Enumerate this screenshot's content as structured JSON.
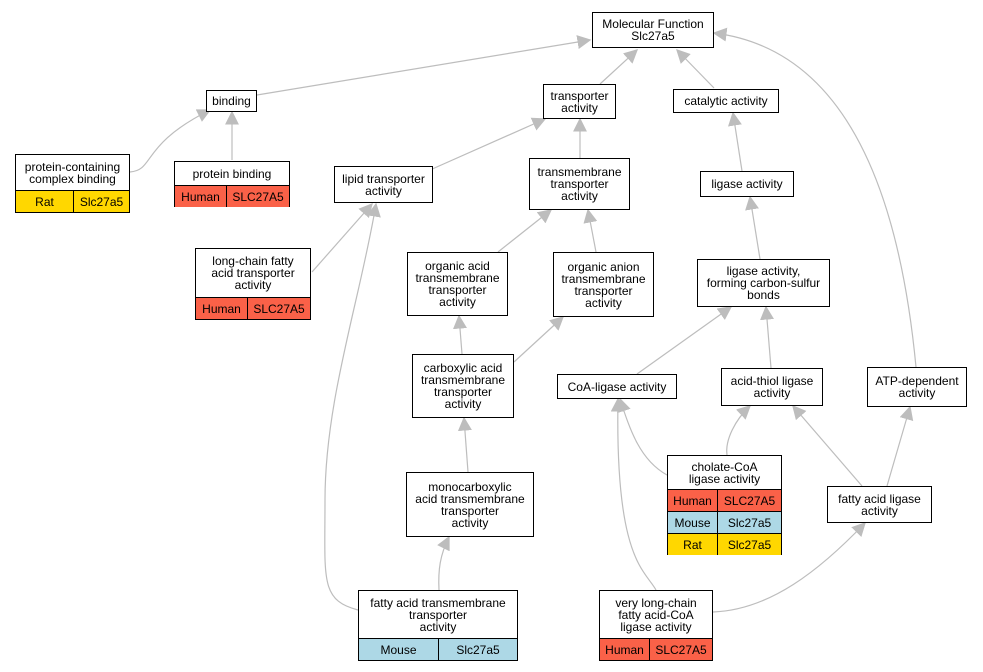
{
  "colors": {
    "human": "#FA6148",
    "mouse": "#ADD8E6",
    "rat": "#FFD700",
    "edge": "#BDBDBD"
  },
  "nodes": {
    "mf": {
      "label": "Molecular Function\nSlc27a5"
    },
    "binding": {
      "label": "binding"
    },
    "transporter": {
      "label": "transporter\nactivity"
    },
    "catalytic": {
      "label": "catalytic activity"
    },
    "pcb": {
      "label": "protein-containing\ncomplex binding",
      "rows": [
        [
          "Rat",
          "Slc27a5"
        ]
      ]
    },
    "pb": {
      "label": "protein binding",
      "rows": [
        [
          "Human",
          "SLC27A5"
        ]
      ]
    },
    "lipid": {
      "label": "lipid transporter\nactivity"
    },
    "tmt": {
      "label": "transmembrane\ntransporter\nactivity"
    },
    "ligase": {
      "label": "ligase activity"
    },
    "lcfa": {
      "label": "long-chain fatty\nacid transporter\nactivity",
      "rows": [
        [
          "Human",
          "SLC27A5"
        ]
      ]
    },
    "oat": {
      "label": "organic acid\ntransmembrane\ntransporter\nactivity"
    },
    "oant": {
      "label": "organic anion\ntransmembrane\ntransporter\nactivity"
    },
    "lcs": {
      "label": "ligase activity,\nforming carbon-sulfur\nbonds"
    },
    "cat": {
      "label": "carboxylic acid\ntransmembrane\ntransporter\nactivity"
    },
    "coa": {
      "label": "CoA-ligase activity"
    },
    "atl": {
      "label": "acid-thiol ligase\nactivity"
    },
    "atp": {
      "label": "ATP-dependent\nactivity"
    },
    "chol": {
      "label": "cholate-CoA\nligase activity",
      "rows": [
        [
          "Human",
          "SLC27A5"
        ],
        [
          "Mouse",
          "Slc27a5"
        ],
        [
          "Rat",
          "Slc27a5"
        ]
      ]
    },
    "mono": {
      "label": "monocarboxylic\nacid transmembrane\ntransporter\nactivity"
    },
    "fal": {
      "label": "fatty acid ligase\nactivity"
    },
    "fatt": {
      "label": "fatty acid transmembrane\ntransporter\nactivity",
      "rows": [
        [
          "Mouse",
          "Slc27a5"
        ]
      ]
    },
    "vlc": {
      "label": "very long-chain\nfatty acid-CoA\nligase activity",
      "rows": [
        [
          "Human",
          "SLC27A5"
        ]
      ]
    }
  }
}
